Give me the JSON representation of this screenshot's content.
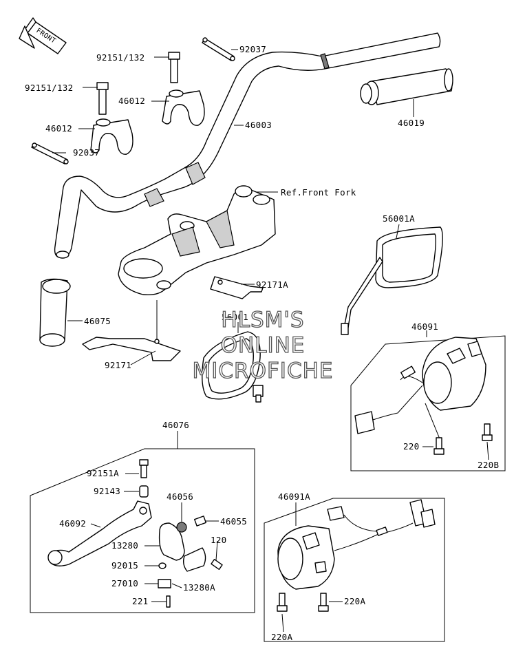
{
  "labels": {
    "front": "FRONT",
    "p92151_132_a": "92151/132",
    "p92151_132_b": "92151/132",
    "p92037_a": "92037",
    "p92037_b": "92037",
    "p46012_a": "46012",
    "p46012_b": "46012",
    "p46003": "46003",
    "p46019": "46019",
    "ref_front_fork": "Ref.Front Fork",
    "p56001a": "56001A",
    "p92171a": "92171A",
    "p46075": "46075",
    "p92171": "92171",
    "p56001": "56001",
    "p46091": "46091",
    "p220": "220",
    "p220b": "220B",
    "p46076": "46076",
    "p92151a": "92151A",
    "p92143": "92143",
    "p46056": "46056",
    "p46055": "46055",
    "p46092": "46092",
    "p13280": "13280",
    "p120": "120",
    "p92015": "92015",
    "p27010": "27010",
    "p13280a": "13280A",
    "p221": "221",
    "p46091a": "46091A",
    "p220a_a": "220A",
    "p220a_b": "220A"
  },
  "watermark": {
    "line1": "HLSM'S",
    "line2": "ONLINE",
    "line3": "MICROFICHE"
  }
}
